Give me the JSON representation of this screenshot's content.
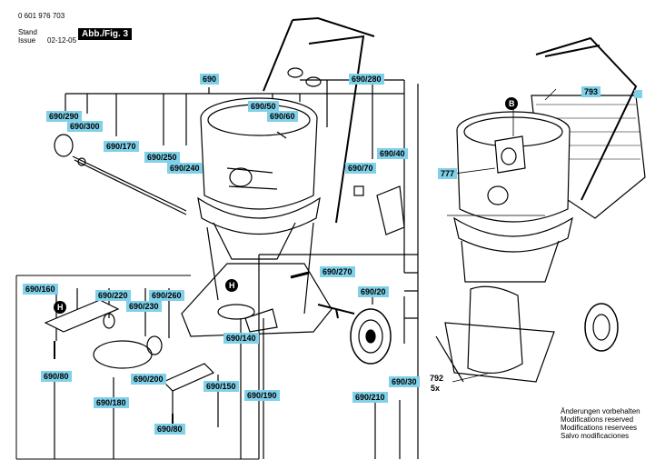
{
  "header": {
    "part_number": "0 601 976 703",
    "stand_label": "Stand",
    "issue_label": "Issue",
    "stand_value": "02-12-05",
    "figure_label": "Abb./Fig. 3"
  },
  "callouts": {
    "c690": "690",
    "c690_280": "690/280",
    "c690_290": "690/290",
    "c690_300": "690/300",
    "c690_50": "690/50",
    "c690_60": "690/60",
    "c690_170": "690/170",
    "c690_250": "690/250",
    "c690_240": "690/240",
    "c690_70": "690/70",
    "c690_40": "690/40",
    "c690_270": "690/270",
    "c690_160": "690/160",
    "c690_220": "690/220",
    "c690_260": "690/260",
    "c690_230": "690/230",
    "c690_20": "690/20",
    "c690_140": "690/140",
    "c690_80a": "690/80",
    "c690_180": "690/180",
    "c690_200": "690/200",
    "c690_150": "690/150",
    "c690_190": "690/190",
    "c690_210": "690/210",
    "c690_30": "690/30",
    "c690_80b": "690/80",
    "c793": "793",
    "c777": "777",
    "c792": "792",
    "c792_qty": "5x"
  },
  "markers": {
    "h1": "H",
    "h2": "H",
    "b": "B"
  },
  "notes": [
    "Änderungen vorbehalten",
    "Modifications reserved",
    "Modifications reservees",
    "Salvo modificaciones"
  ]
}
